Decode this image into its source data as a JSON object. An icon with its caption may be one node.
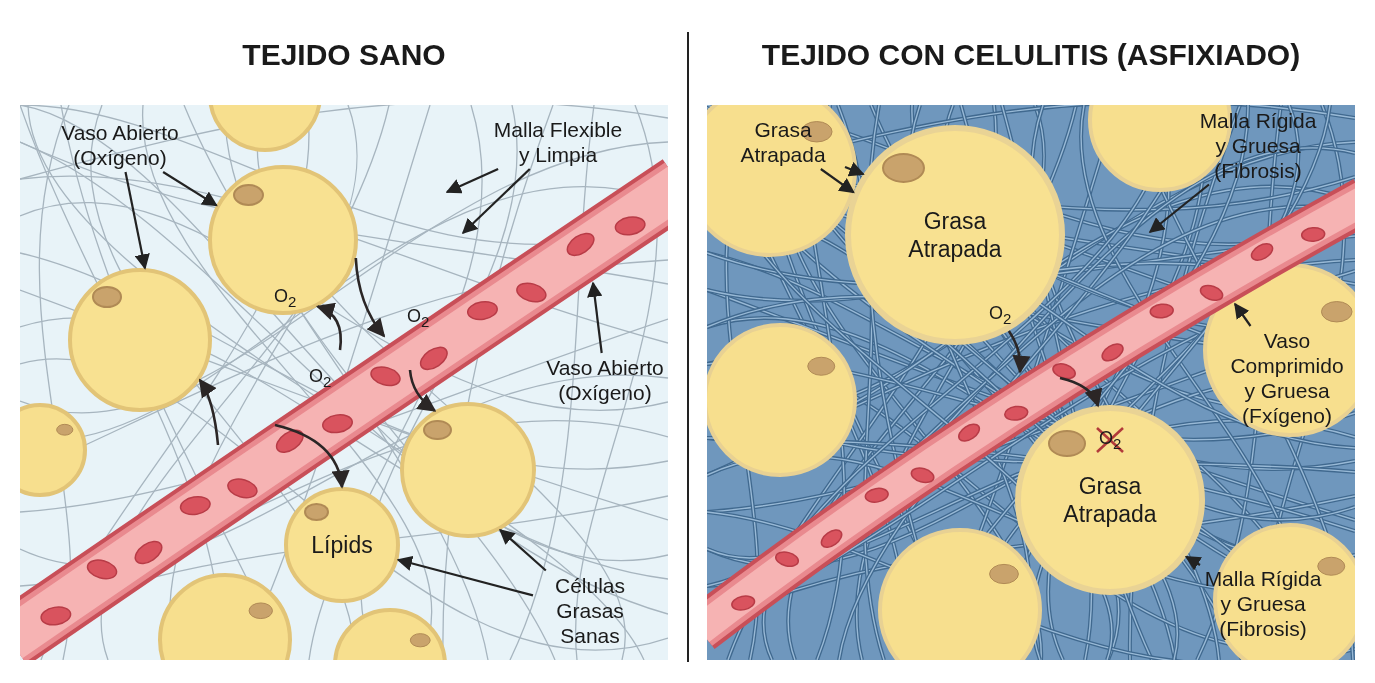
{
  "diagram": {
    "nodes": [
      {
        "text": [
          "TEJIDO SANO"
        ]
      },
      {
        "text": [
          "Vaso Abierto (Oxígeno)"
        ],
        "in": 0
      },
      {
        "text": [
          "Malla Flexible y Limpia"
        ],
        "in": 0
      },
      {
        "text": [],
        "shape": "circle",
        "in": 0
      },
      {
        "text": [],
        "shape": "circle",
        "in": 0
      },
      {
        "text": [
          "Vaso Abierto (Oxígeno)"
        ],
        "in": 0
      },
      {
        "text": [
          "Lípids"
        ],
        "in": 0
      },
      {
        "text": [],
        "shape": "circle",
        "in": 0
      },
      {
        "text": [
          "Células Grasas Sanas"
        ],
        "in": 0
      },
      {
        "text": [
          "TEJIDO CON CELULITIS (ASFIXIADO)"
        ]
      },
      {
        "text": [
          "Grasa Atrapada"
        ],
        "in": 9
      },
      {
        "text": [
          "Grasa Atrapada"
        ],
        "in": 9
      },
      {
        "text": [
          "Malla Rígida y Gruesa (Fibrosis)"
        ],
        "in": 9
      },
      {
        "text": [
          "Vaso Comprimido y Gruesa (Fxígeno)"
        ],
        "in": 9
      },
      {
        "text": [
          "Grasa Atrapada"
        ],
        "in": 9
      },
      {
        "text": [
          "Malla Rígida y Gruesa (Fibrosis)"
        ],
        "in": 9
      }
    ],
    "edges": [
      {
        "from": 1,
        "to": 3,
        "arrow": "to"
      },
      {
        "from": 1,
        "to": 4,
        "arrow": "to"
      },
      {
        "from": 2,
        "to": null,
        "arrow": "to"
      },
      {
        "from": 2,
        "to": null,
        "arrow": "to"
      },
      {
        "from": 5,
        "to": null,
        "arrow": "to"
      },
      {
        "from": 8,
        "to": 6,
        "arrow": "to"
      },
      {
        "from": 8,
        "to": 7,
        "arrow": "to"
      },
      {
        "from": 10,
        "to": 11,
        "arrow": "to"
      },
      {
        "from": 10,
        "to": 11,
        "arrow": "to"
      },
      {
        "from": 12,
        "to": null,
        "arrow": "to"
      },
      {
        "from": 13,
        "to": null,
        "arrow": "to"
      },
      {
        "from": 15,
        "to": 14,
        "arrow": "to"
      },
      {
        "from": null,
        "to": 3,
        "arrow": "to"
      },
      {
        "from": 3,
        "to": null,
        "arrow": "to"
      },
      {
        "from": null,
        "to": 4,
        "arrow": "to"
      },
      {
        "from": null,
        "to": 7,
        "arrow": "to"
      },
      {
        "from": null,
        "to": 6,
        "arrow": "to"
      },
      {
        "from": 11,
        "to": null,
        "arrow": "to"
      },
      {
        "from": null,
        "to": 14,
        "arrow": "to"
      }
    ],
    "labels": [
      "O$_{2}$",
      "O$_{2}$",
      "O$_{2}$",
      "O$_{2}$",
      "O$_{2}$"
    ]
  }
}
